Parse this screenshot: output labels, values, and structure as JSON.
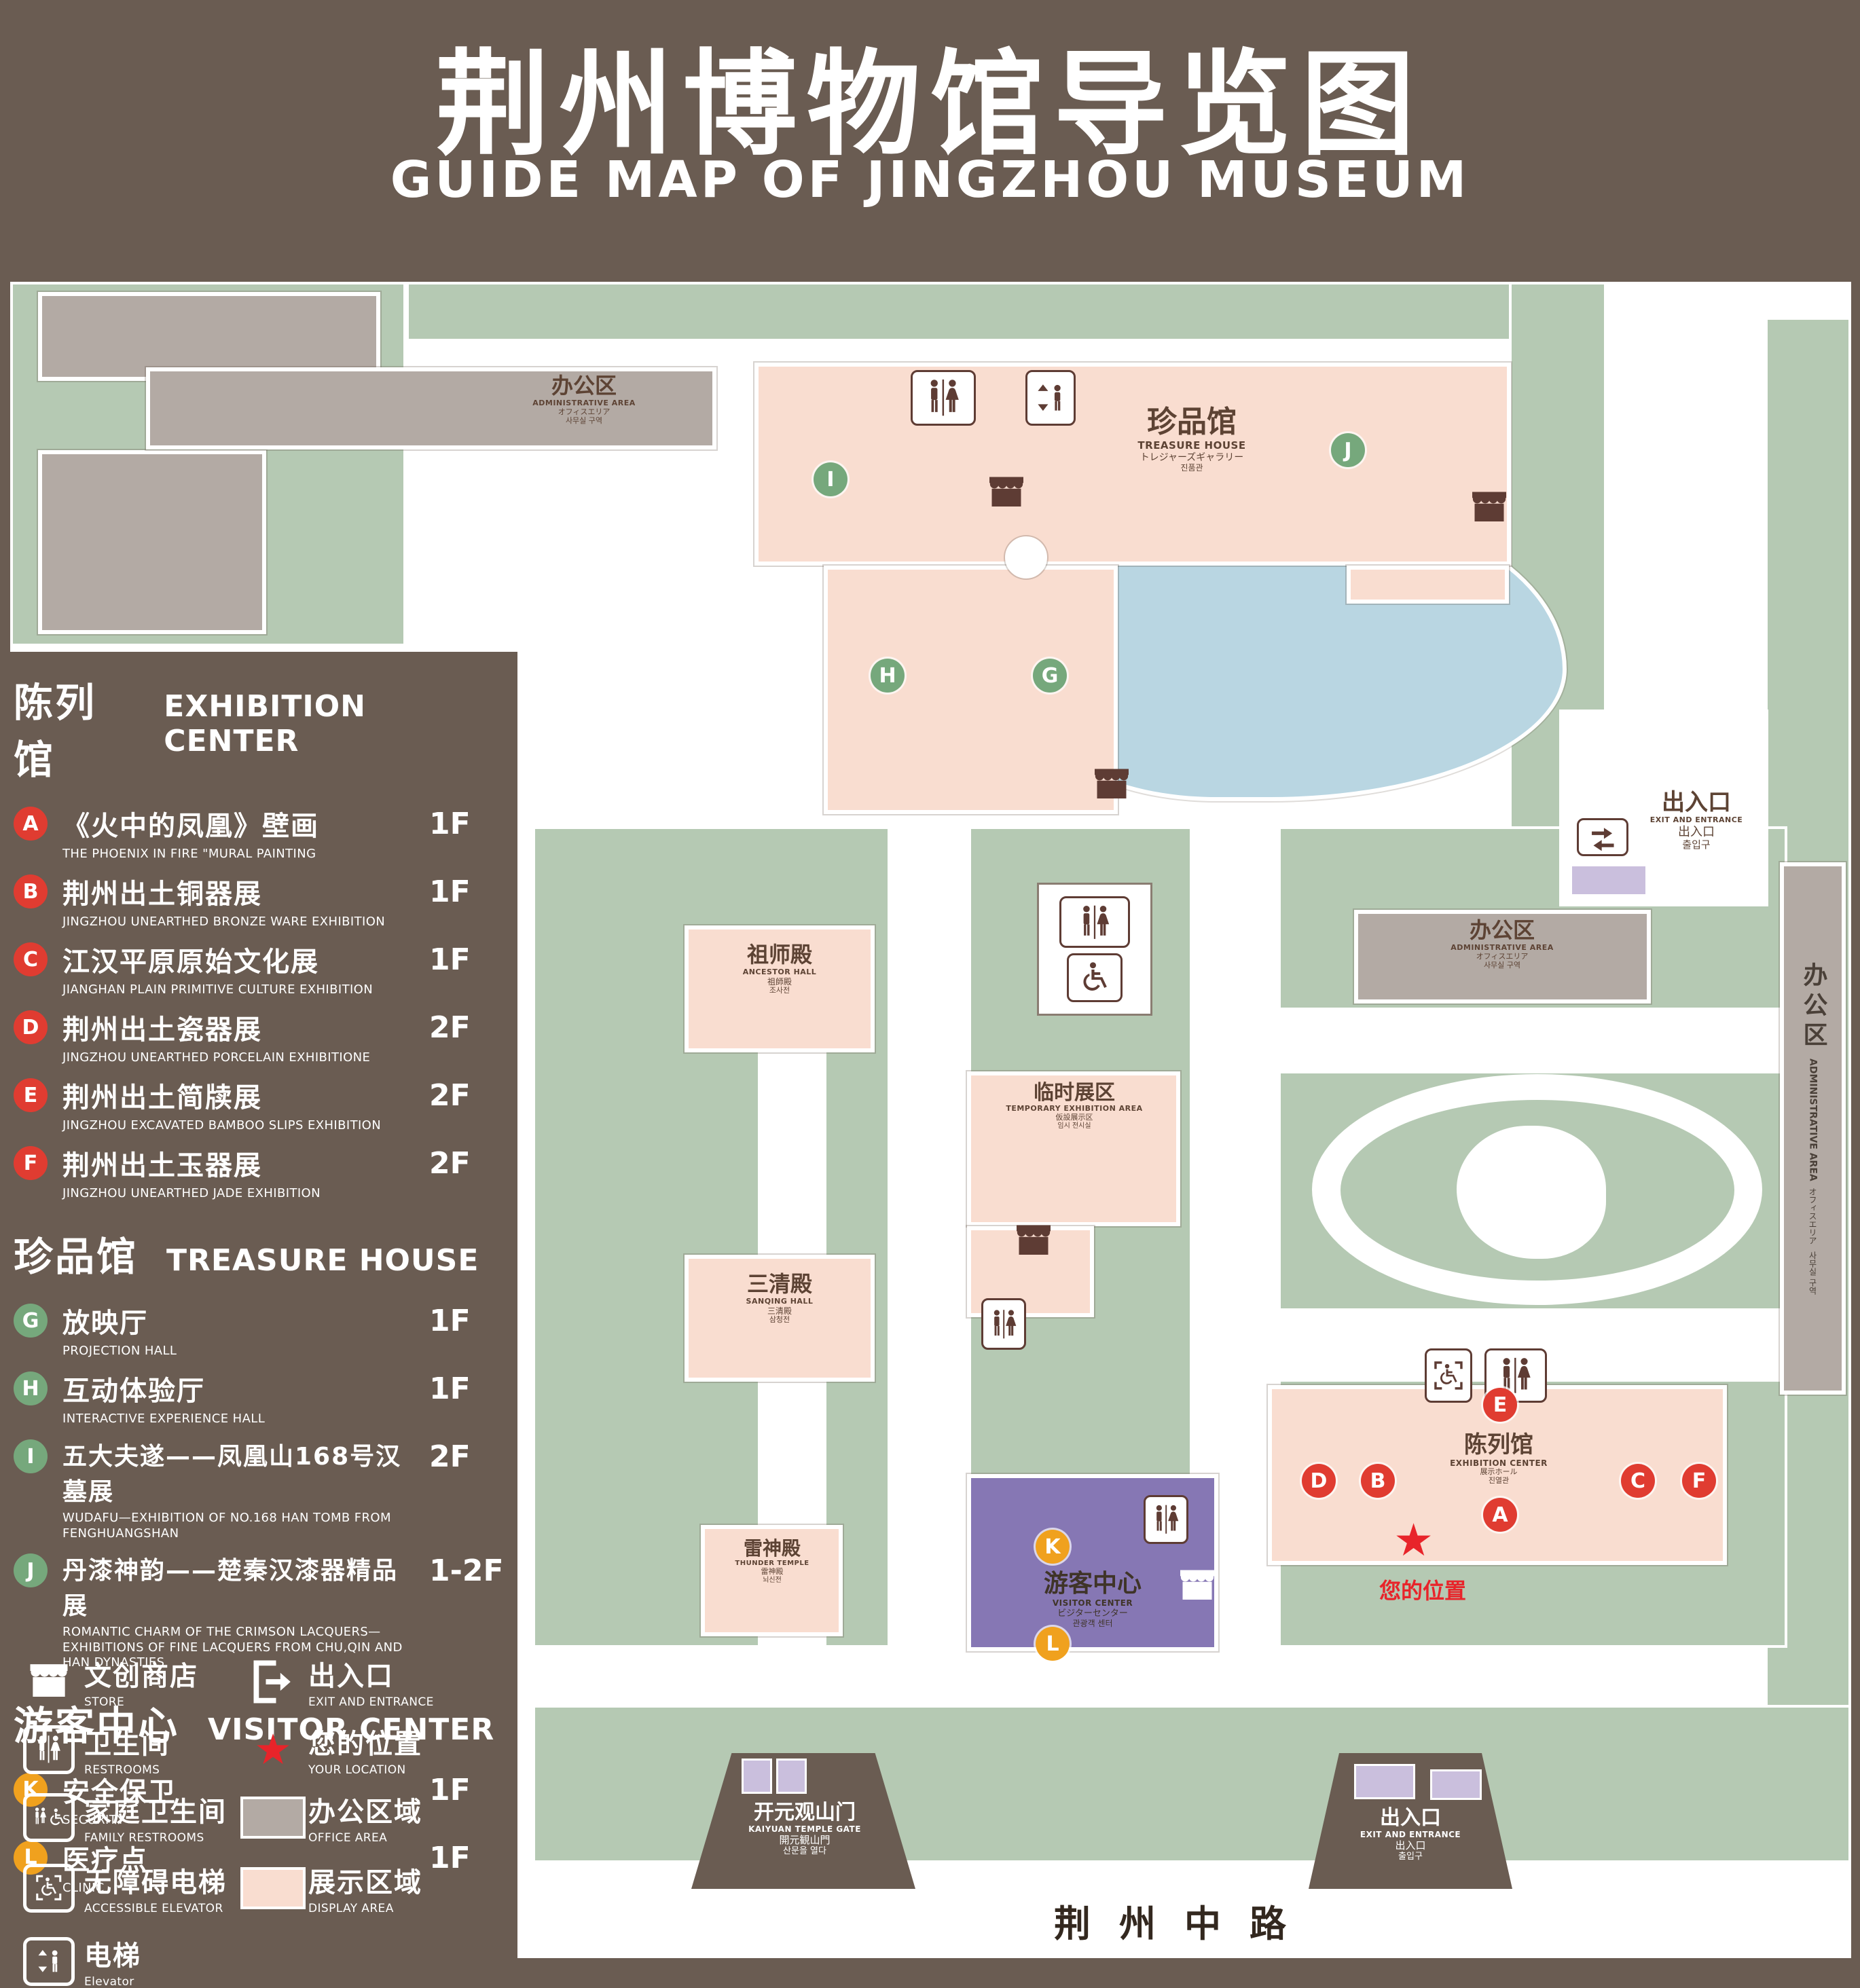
{
  "header": {
    "title": "荆州博物馆导览图",
    "subtitle": "GUIDE MAP OF JINGZHOU MUSEUM"
  },
  "legend": {
    "sections": [
      {
        "zh": "陈列馆",
        "en": "EXHIBITION CENTER",
        "items": [
          {
            "letter": "A",
            "zh": "《火中的凤凰》壁画",
            "en": "THE PHOENIX IN FIRE \"MURAL PAINTING",
            "floor": "1F"
          },
          {
            "letter": "B",
            "zh": "荆州出土铜器展",
            "en": "JINGZHOU UNEARTHED BRONZE WARE EXHIBITION",
            "floor": "1F"
          },
          {
            "letter": "C",
            "zh": "江汉平原原始文化展",
            "en": "JIANGHAN PLAIN PRIMITIVE CULTURE EXHIBITION",
            "floor": "1F"
          },
          {
            "letter": "D",
            "zh": "荆州出土瓷器展",
            "en": "JINGZHOU UNEARTHED PORCELAIN EXHIBITIONE",
            "floor": "2F"
          },
          {
            "letter": "E",
            "zh": "荆州出土简牍展",
            "en": "JINGZHOU EXCAVATED BAMBOO SLIPS EXHIBITION",
            "floor": "2F"
          },
          {
            "letter": "F",
            "zh": "荆州出土玉器展",
            "en": "JINGZHOU UNEARTHED JADE EXHIBITION",
            "floor": "2F"
          }
        ]
      },
      {
        "zh": "珍品馆",
        "en": "TREASURE HOUSE",
        "items": [
          {
            "letter": "G",
            "zh": "放映厅",
            "en": "PROJECTION HALL",
            "floor": "1F"
          },
          {
            "letter": "H",
            "zh": "互动体验厅",
            "en": "INTERACTIVE EXPERIENCE HALL",
            "floor": "1F"
          },
          {
            "letter": "I",
            "zh": "五大夫遂——凤凰山168号汉墓展",
            "en": "WUDAFU—EXHIBITION OF NO.168 HAN TOMB FROM FENGHUANGSHAN",
            "floor": "2F"
          },
          {
            "letter": "J",
            "zh": "丹漆神韵——楚秦汉漆器精品展",
            "en": "ROMANTIC CHARM OF THE CRIMSON LACQUERS—EXHIBITIONS OF FINE LACQUERS FROM CHU,QIN AND HAN DYNASTIES",
            "floor": "1-2F"
          }
        ]
      },
      {
        "zh": "游客中心",
        "en": "VISITOR CENTER",
        "items": [
          {
            "letter": "K",
            "zh": "安全保卫",
            "en": "SECURITY",
            "floor": "1F"
          },
          {
            "letter": "L",
            "zh": "医疗点",
            "en": "CLINIC",
            "floor": "1F"
          }
        ]
      }
    ],
    "keys": [
      {
        "zh": "文创商店",
        "en": "STORE"
      },
      {
        "zh": "出入口",
        "en": "EXIT AND ENTRANCE"
      },
      {
        "zh": "卫生间",
        "en": "RESTROOMS"
      },
      {
        "zh": "您的位置",
        "en": "YOUR LOCATION"
      },
      {
        "zh": "家庭卫生间",
        "en": "FAMILY RESTROOMS"
      },
      {
        "zh": "办公区域",
        "en": "OFFICE AREA"
      },
      {
        "zh": "无障碍电梯",
        "en": "ACCESSIBLE ELEVATOR"
      },
      {
        "zh": "展示区域",
        "en": "DISPLAY AREA"
      },
      {
        "zh": "电梯",
        "en": "Elevator"
      }
    ]
  },
  "map": {
    "admin_top": {
      "zh": "办公区",
      "en": "ADMINISTRATIVE AREA",
      "ja": "オフィスエリア",
      "ko": "사무실 구역"
    },
    "treasure_house": {
      "zh": "珍品馆",
      "en": "TREASURE HOUSE",
      "ja": "トレジャーズギャラリー",
      "ko": "진품관"
    },
    "ancestor_hall": {
      "zh": "祖师殿",
      "en": "ANCESTOR HALL",
      "ja": "祖師殿",
      "ko": "조사전"
    },
    "admin_mid": {
      "zh": "办公区",
      "en": "ADMINISTRATIVE AREA",
      "ja": "オフィスエリア",
      "ko": "사무실 구역"
    },
    "temporary_area": {
      "zh": "临时展区",
      "en": "TEMPORARY EXHIBITION AREA",
      "ja": "仮設展示区",
      "ko": "임시 전시실"
    },
    "sanqing_hall": {
      "zh": "三清殿",
      "en": "SANQING HALL",
      "ja": "三清殿",
      "ko": "삼청전"
    },
    "thunder_temple": {
      "zh": "雷神殿",
      "en": "THUNDER TEMPLE",
      "ja": "雷神殿",
      "ko": "뇌신전"
    },
    "visitor_center": {
      "zh": "游客中心",
      "en": "VISITOR CENTER",
      "ja": "ビジターセンター",
      "ko": "관광객 센터"
    },
    "exhibition_center": {
      "zh": "陈列馆",
      "en": "EXHIBITION CENTER",
      "ja": "展示ホール",
      "ko": "진열관"
    },
    "admin_right": {
      "zh": "办公区",
      "en": "ADMINISTRATIVE AREA",
      "ja": "オフィスエリア",
      "ko": "사무실 구역"
    },
    "exit_right": {
      "zh": "出入口",
      "en": "EXIT AND ENTRANCE",
      "ja": "出入口",
      "ko": "출입구"
    },
    "exit_bottom": {
      "zh": "出入口",
      "en": "EXIT AND ENTRANCE",
      "ja": "出入口",
      "ko": "출입구"
    },
    "gate": {
      "zh": "开元观山门",
      "en": "KAIYUAN TEMPLE GATE",
      "ja": "開元観山門",
      "ko": "산문을 열다"
    },
    "road": "荆州中路",
    "your_location": "您的位置",
    "star": "★",
    "markers": {
      "a": "A",
      "b": "B",
      "c": "C",
      "d": "D",
      "e": "E",
      "f": "F",
      "g": "G",
      "h": "H",
      "i": "I",
      "j": "J",
      "k": "K",
      "l": "L"
    }
  },
  "colors": {
    "background": "#6a5c52",
    "grounds": "#b5c9b3",
    "display_area": "#f9ddd0",
    "office_area": "#b3aaa4",
    "water": "#b9d6e2",
    "visitor_center": "#8677b4",
    "entrance_block": "#cabfdd",
    "marker_red": "#e03c31",
    "marker_green": "#76a87c",
    "marker_orange": "#f0a11e",
    "icon_brown": "#5e3c34",
    "location_red": "#e8242a"
  }
}
